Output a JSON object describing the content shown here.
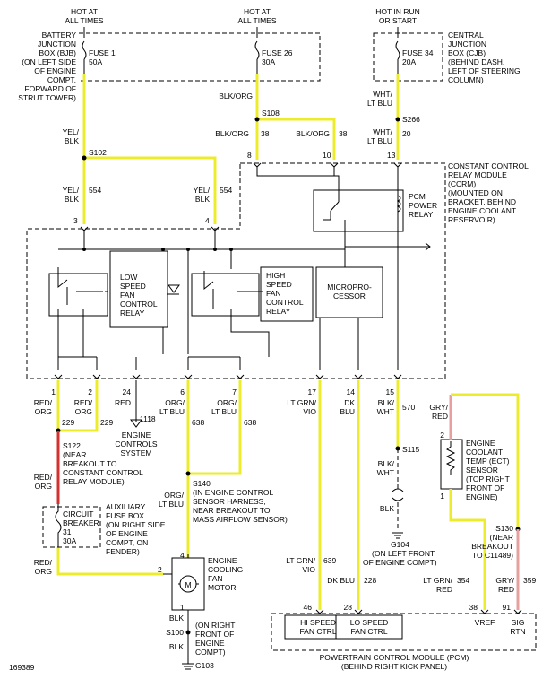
{
  "top_labels": {
    "hot_all_times_1": [
      "HOT AT",
      "ALL TIMES"
    ],
    "hot_all_times_2": [
      "HOT AT",
      "ALL TIMES"
    ],
    "hot_run_start": [
      "HOT IN RUN",
      "OR START"
    ]
  },
  "bjb_note": [
    "BATTERY",
    "JUNCTION",
    "BOX (BJB)",
    "(ON LEFT SIDE",
    "OF ENGINE",
    "COMPT,",
    "FORWARD OF",
    "STRUT TOWER)"
  ],
  "cjb_note": [
    "CENTRAL",
    "JUNCTION",
    "BOX (CJB)",
    "(BEHIND DASH,",
    "LEFT OF STEERING",
    "COLUMN)"
  ],
  "fuses": {
    "fuse1": [
      "FUSE 1",
      "50A"
    ],
    "fuse26": [
      "FUSE 26",
      "30A"
    ],
    "fuse34": [
      "FUSE 34",
      "20A"
    ]
  },
  "wires": {
    "blk_org_top": "BLK/ORG",
    "s108": "S108",
    "blk_org_l": "BLK/ORG",
    "c38_l": "38",
    "blk_org_r": "BLK/ORG",
    "c38_r": "38",
    "wht_ltblu_top": [
      "WHT/",
      "LT BLU"
    ],
    "s266": "S266",
    "wht_ltblu_mid": [
      "WHT/",
      "LT BLU"
    ],
    "c20": "20",
    "yel_blk_top": [
      "YEL/",
      "BLK"
    ],
    "s102": "S102",
    "yel_blk_l": [
      "YEL/",
      "BLK"
    ],
    "c554_l": "554",
    "yel_blk_r": [
      "YEL/",
      "BLK"
    ],
    "c554_r": "554"
  },
  "ccrm_note": [
    "CONSTANT CONTROL",
    "RELAY MODULE",
    "(CCRM)",
    "(MOUNTED ON",
    "BRACKET, BEHIND",
    "ENGINE COOLANT",
    "RESERVOIR)"
  ],
  "ccrm_pins_top": [
    "8",
    "10",
    "13",
    "3",
    "4"
  ],
  "pcm_power_relay": [
    "PCM",
    "POWER",
    "RELAY"
  ],
  "low_speed_relay": [
    "LOW",
    "SPEED",
    "FAN",
    "CONTROL",
    "RELAY"
  ],
  "high_speed_relay": [
    "HIGH",
    "SPEED",
    "FAN",
    "CONTROL",
    "RELAY"
  ],
  "microprocessor": [
    "MICROPRO-",
    "CESSOR"
  ],
  "ccrm_pins_bottom": [
    "1",
    "2",
    "24",
    "6",
    "7",
    "17",
    "14",
    "15"
  ],
  "pin_wire_colors": {
    "p1": [
      "RED/",
      "ORG"
    ],
    "p2": [
      "RED/",
      "ORG"
    ],
    "p24": "RED",
    "p6": [
      "ORG/",
      "LT BLU"
    ],
    "p7": [
      "ORG/",
      "LT BLU"
    ],
    "p17": [
      "LT GRN/",
      "VIO"
    ],
    "p14": [
      "DK",
      "BLU"
    ],
    "p15": [
      "BLK/",
      "WHT"
    ]
  },
  "circuits": {
    "c229_l": "229",
    "c229_r": "229",
    "c1118": "1118",
    "c638_l": "638",
    "c638_r": "638",
    "c570": "570",
    "c639": "639",
    "c228": "228",
    "c354": "354",
    "c359": "359"
  },
  "engine_controls": [
    "ENGINE",
    "CONTROLS",
    "SYSTEM"
  ],
  "s122_note": [
    "S122",
    "(NEAR",
    "BREAKOUT TO",
    "CONSTANT CONTROL",
    "RELAY MODULE)"
  ],
  "red_org_mid": [
    "RED/",
    "ORG"
  ],
  "circuit_breaker": [
    "CIRCUIT",
    "BREAKER",
    "31",
    "30A"
  ],
  "aux_fuse_box": [
    "AUXILIARY",
    "FUSE BOX",
    "(ON RIGHT SIDE",
    "OF ENGINE",
    "COMPT, ON",
    "FENDER)"
  ],
  "red_org_low": [
    "RED/",
    "ORG"
  ],
  "s140_note": [
    "S140",
    "(IN ENGINE CONTROL",
    "SENSOR HARNESS,",
    "NEAR BREAKOUT TO",
    "MASS AIRFLOW SENSOR)"
  ],
  "org_ltblu_low": [
    "ORG/",
    "LT BLU"
  ],
  "fan_motor": [
    "ENGINE",
    "COOLING",
    "FAN",
    "MOTOR"
  ],
  "motor_pins": [
    "4",
    "2",
    "1"
  ],
  "motor_m": "M",
  "blk_1": "BLK",
  "s100": "S100",
  "blk_2": "BLK",
  "s100_note": [
    "(ON RIGHT",
    "FRONT OF",
    "ENGINE",
    "COMPT)"
  ],
  "g103": "G103",
  "s115": "S115",
  "blk_wht_mid": [
    "BLK/",
    "WHT"
  ],
  "blk_low": "BLK",
  "g104": [
    "G104",
    "(ON LEFT FRONT",
    "OF ENGINE COMPT)"
  ],
  "ect_wire": [
    "GRY/",
    "RED"
  ],
  "ect_pins": [
    "2",
    "1"
  ],
  "ect_note": [
    "ENGINE",
    "COOLANT",
    "TEMP (ECT)",
    "SENSOR",
    "(TOP RIGHT",
    "FRONT OF",
    "ENGINE)"
  ],
  "s130_note": [
    "S130",
    "(NEAR",
    "BREAKOUT",
    "TO C11489)"
  ],
  "ltgrn_vio_low": [
    "LT GRN/",
    "VIO"
  ],
  "dk_blu_low": "DK BLU",
  "ltgrn_red_low": [
    "LT GRN/",
    "RED"
  ],
  "gry_red_low": [
    "GRY/",
    "RED"
  ],
  "pcm_pins": [
    "46",
    "28",
    "38",
    "91"
  ],
  "pcm_labels": {
    "hi": [
      "HI SPEED",
      "FAN CTRL"
    ],
    "lo": [
      "LO SPEED",
      "FAN CTRL"
    ],
    "vref": "VREF",
    "sig": [
      "SIG",
      "RTN"
    ]
  },
  "pcm_note": [
    "POWERTRAIN CONTROL MODULE (PCM)",
    "(BEHIND RIGHT KICK PANEL)"
  ],
  "figure_id": "169389",
  "colors": {
    "yellow_wire": "#ecec2c",
    "red_wire": "#d33030",
    "pink_wire": "#e7a0a0"
  }
}
